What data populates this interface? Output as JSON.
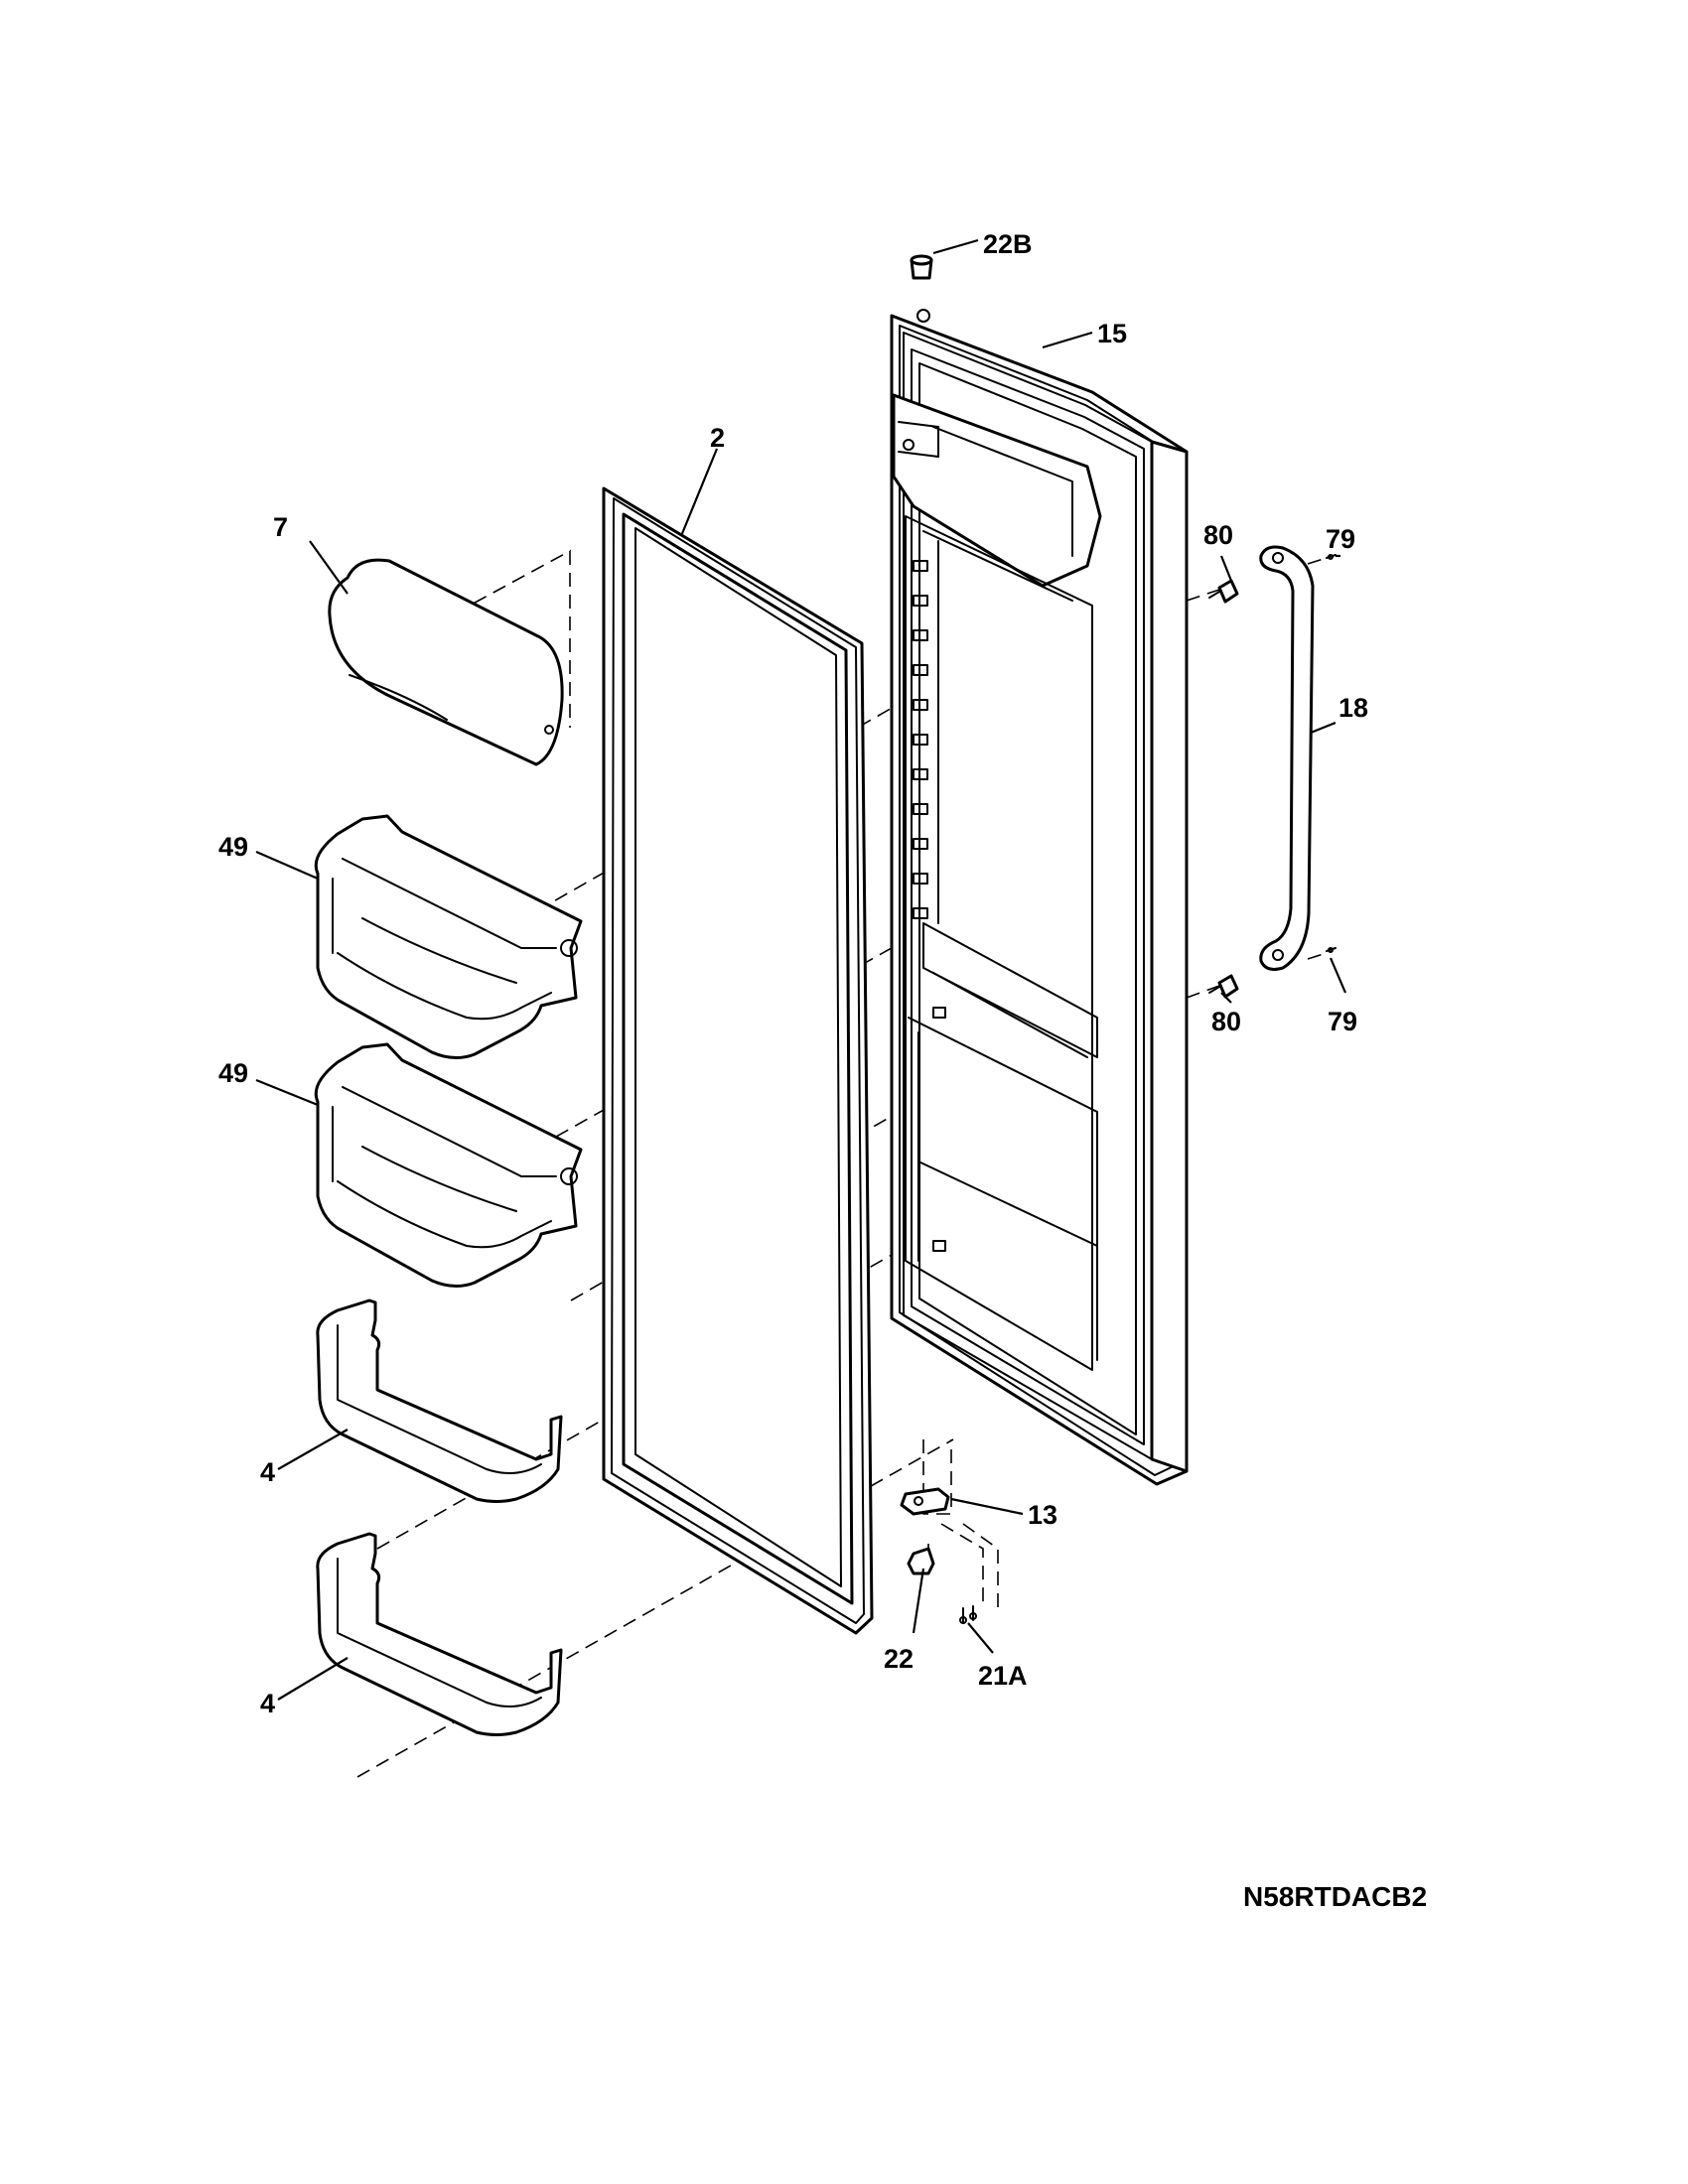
{
  "diagram": {
    "model_code": "N58RTDACB2",
    "callouts": {
      "c22b": "22B",
      "c15": "15",
      "c2": "2",
      "c7": "7",
      "c80a": "80",
      "c79a": "79",
      "c18": "18",
      "c49a": "49",
      "c49b": "49",
      "c80b": "80",
      "c79b": "79",
      "c4a": "4",
      "c13": "13",
      "c22": "22",
      "c21a": "21A",
      "c4b": "4"
    }
  }
}
